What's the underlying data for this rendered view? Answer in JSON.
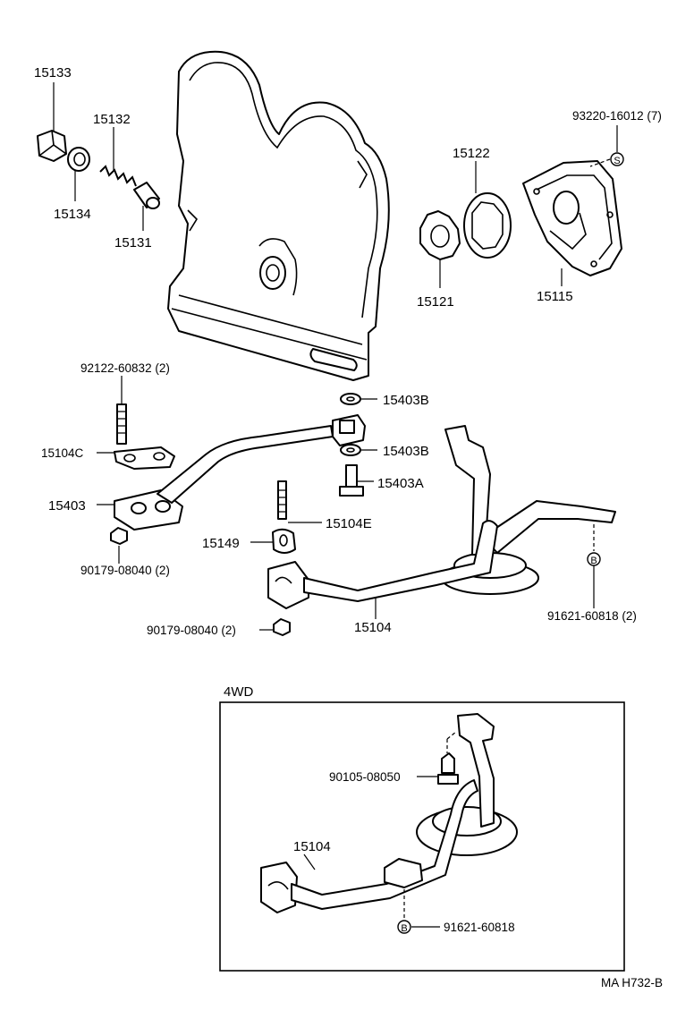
{
  "labels": {
    "p15133": "15133",
    "p15132": "15132",
    "p15134": "15134",
    "p15131": "15131",
    "p93220": "93220-16012 (7)",
    "p15122": "15122",
    "p15121": "15121",
    "p15115": "15115",
    "p92122": "92122-60832 (2)",
    "p15403B_top": "15403B",
    "p15104C": "15104C",
    "p15403B_mid": "15403B",
    "p15403A": "15403A",
    "p15403": "15403",
    "p15104E": "15104E",
    "p15149": "15149",
    "p90179_a": "90179-08040 (2)",
    "p91621_a": "91621-60818 (2)",
    "p90179_b": "90179-08040 (2)",
    "p15104": "15104",
    "section_4wd": "4WD",
    "p90105": "90105-08050",
    "p15104_4wd": "15104",
    "p91621_b": "91621-60818",
    "marker_s": "S",
    "marker_b1": "B",
    "marker_b2": "B",
    "drawing_code": "MA H732-B"
  }
}
